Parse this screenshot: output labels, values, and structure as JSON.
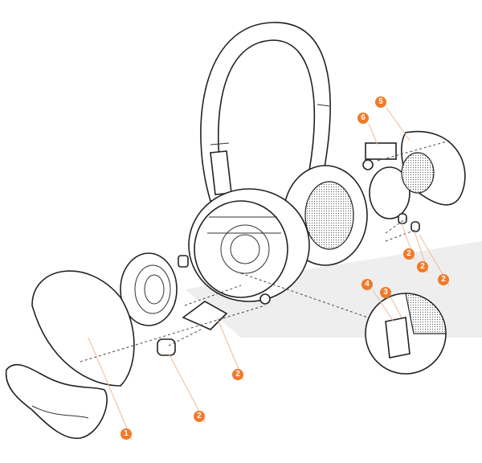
{
  "callouts": [
    {
      "label": "1"
    },
    {
      "label": "2"
    },
    {
      "label": "2"
    },
    {
      "label": "2"
    },
    {
      "label": "2"
    },
    {
      "label": "2"
    },
    {
      "label": "3"
    },
    {
      "label": "4"
    },
    {
      "label": "5"
    },
    {
      "label": "6"
    }
  ],
  "colors": {
    "accent": "#f07a2a",
    "line": "#222222",
    "leader": "#f4b896"
  }
}
